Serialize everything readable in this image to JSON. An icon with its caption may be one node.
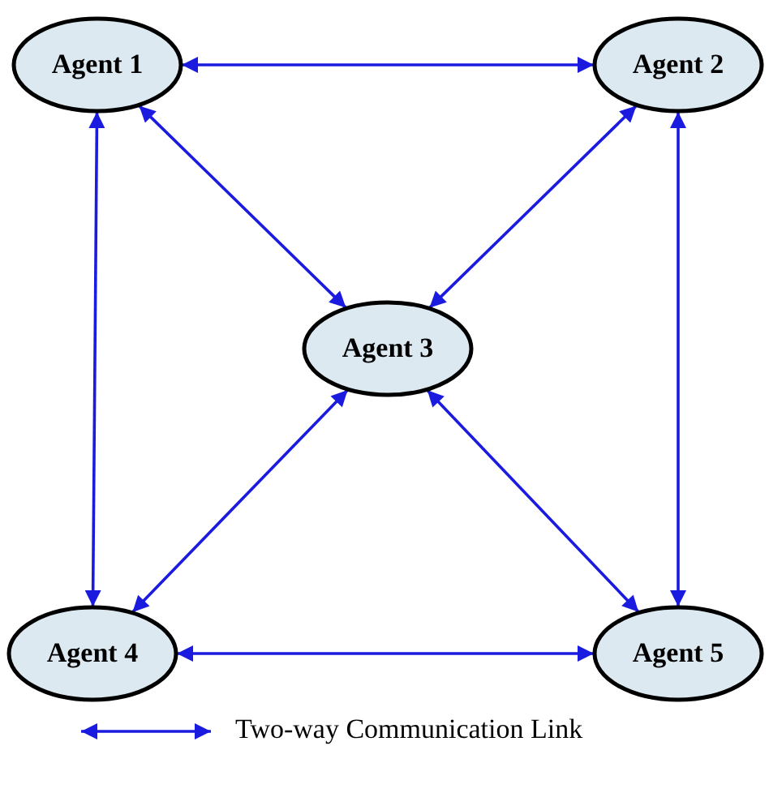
{
  "diagram": {
    "nodes": [
      {
        "text": [
          "Agent 1"
        ]
      },
      {
        "text": [
          "Agent 2"
        ]
      },
      {
        "text": [
          "Agent 3"
        ]
      },
      {
        "text": [
          "Agent 4"
        ]
      },
      {
        "text": [
          "Agent 5"
        ]
      }
    ],
    "edges": [
      {
        "from": 0,
        "to": 1,
        "arrow": "both"
      },
      {
        "from": 0,
        "to": 2,
        "arrow": "both"
      },
      {
        "from": 0,
        "to": 3,
        "arrow": "both"
      },
      {
        "from": 1,
        "to": 2,
        "arrow": "both"
      },
      {
        "from": 1,
        "to": 4,
        "arrow": "both"
      },
      {
        "from": 2,
        "to": 3,
        "arrow": "both"
      },
      {
        "from": 2,
        "to": 4,
        "arrow": "both"
      },
      {
        "from": 3,
        "to": 4,
        "arrow": "both"
      }
    ],
    "legend": [
      {
        "text": "Two-way Communication Link"
      }
    ]
  }
}
